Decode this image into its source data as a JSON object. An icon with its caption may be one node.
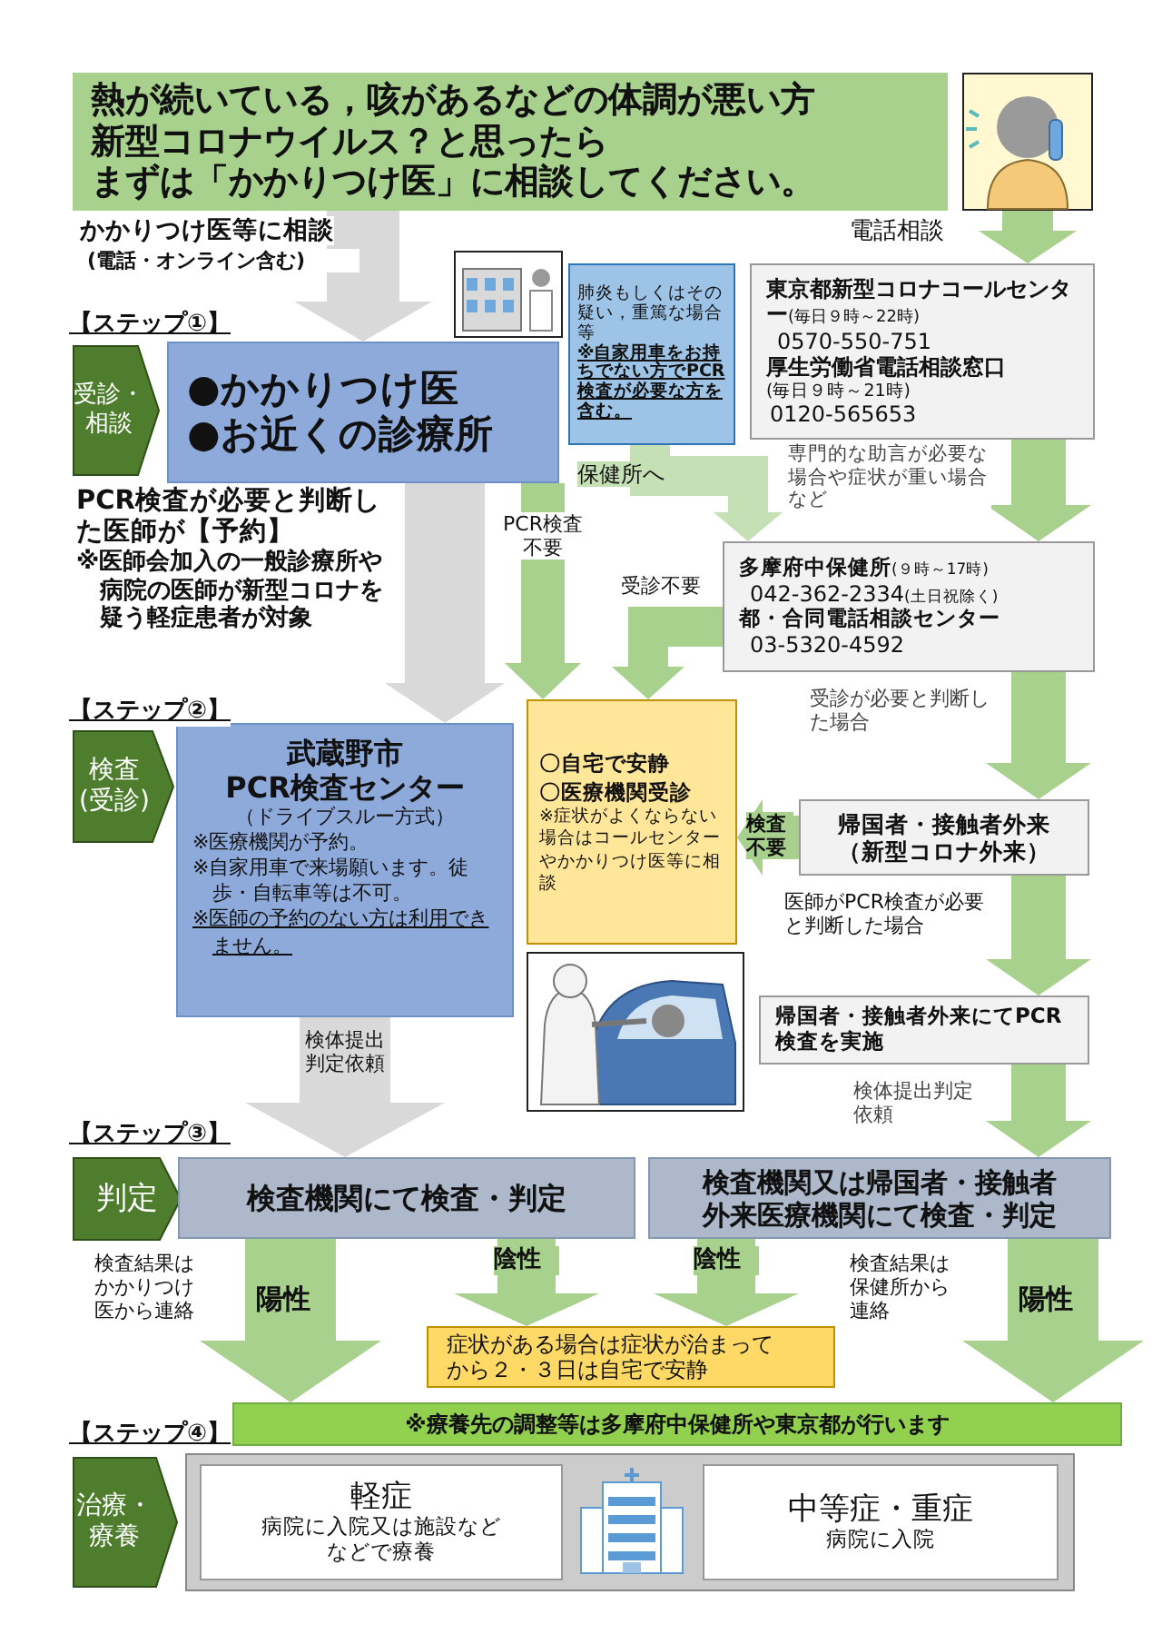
{
  "diagram": {
    "nodes": [
      {
        "text": [
          "熱が続いている，咳があるなどの体調が悪い方",
          "新型コロナウイルス？と思ったら",
          "まずは「かかりつけ医」に相談してください。"
        ]
      },
      {
        "text": [],
        "shape": "picture"
      },
      {
        "text": [
          "受診・相談"
        ]
      },
      {
        "text": [
          "●かかりつけ医",
          "●お近くの診療所"
        ]
      },
      {
        "text": [
          "肺炎もしくはその疑い，重篤な場合等",
          "※自家用車をお持ちでない方でPCR検査が必要な方を含む。"
        ]
      },
      {
        "text": [
          "東京都新型コロナコールセンター",
          "(毎日９時～22時)",
          "0570-550-751",
          "厚生労働省電話相談窓口",
          "(毎日９時～21時)",
          "0120-565653"
        ]
      },
      {
        "text": [
          "多摩府中保健所",
          "(９時～17時)",
          "042-362-2334",
          "(土日祝除く)",
          "都・合同電話相談センター",
          "03-5320-4592"
        ]
      },
      {
        "text": [
          "検査(受診)"
        ]
      },
      {
        "text": [
          "武蔵野市",
          "PCR検査センター",
          "（ドライブスルー方式）",
          "※医療機関が予約。",
          "※自家用車で来場願います。徒歩・自転車等は不可。",
          "※医師の予約のない方は利用できません。"
        ]
      },
      {
        "text": [
          "〇自宅で安静",
          "〇医療機関受診",
          "※症状がよくならない場合はコールセンターやかかりつけ医等に相談"
        ]
      },
      {
        "text": [
          "帰国者・接触者外来（新型コロナ外来）"
        ]
      },
      {
        "text": [
          "帰国者・接触者外来にてPCR検査を実施"
        ]
      },
      {
        "text": [
          "判定"
        ]
      },
      {
        "text": [
          "検査機関にて検査・判定"
        ]
      },
      {
        "text": [
          "検査機関又は帰国者・接触者外来医療機関にて検査・判定"
        ]
      },
      {
        "text": [
          "症状がある場合は症状が治まってから２・３日は自宅で安静"
        ]
      },
      {
        "text": [
          "※療養先の調整等は多摩府中保健所や東京都が行います"
        ]
      },
      {
        "text": [
          "治療・療養"
        ]
      },
      {
        "text": [],
        "shape": "box"
      },
      {
        "text": [
          "軽症",
          "病院に入院又は施設などなどで療養"
        ],
        "in": 18
      },
      {
        "text": [
          "中等症・重症",
          "病院に入院"
        ],
        "in": 18
      }
    ],
    "edges": [
      {
        "from": 0,
        "to": 3,
        "arrow": "to",
        "label": "かかりつけ医等に相談",
        "color": "#d9d9d9"
      },
      {
        "from": 1,
        "to": 5,
        "arrow": "to",
        "label": "電話相談"
      },
      {
        "from": 4,
        "to": 6,
        "arrow": "to",
        "label": "保健所へ",
        "color": "#c5e0b4"
      },
      {
        "from": 5,
        "to": 6,
        "arrow": "to",
        "label": "専門的な助言が必要な場合や症状が重い場合など"
      },
      {
        "from": 3,
        "to": 8,
        "arrow": "to",
        "label": "PCR検査が必要と判断した医師が【予約】",
        "color": "#d9d9d9"
      },
      {
        "from": 3,
        "to": 9,
        "arrow": "to",
        "label": "PCR検査不要"
      },
      {
        "from": 6,
        "to": 9,
        "arrow": "to",
        "label": "受診不要"
      },
      {
        "from": 6,
        "to": 10,
        "arrow": "to",
        "label": "受診が必要と判断した場合"
      },
      {
        "from": 10,
        "to": 9,
        "arrow": "to",
        "label": "検査不要"
      },
      {
        "from": 10,
        "to": 11,
        "arrow": "to",
        "label": "医師がPCR検査が必要と判断した場合"
      },
      {
        "from": 8,
        "to": 13,
        "arrow": "to",
        "label": "検体提出判定依頼",
        "color": "#d9d9d9"
      },
      {
        "from": 11,
        "to": 14,
        "arrow": "to",
        "label": "検体提出判定依頼"
      },
      {
        "from": 13,
        "to": 16,
        "arrow": "to",
        "label": "陽性"
      },
      {
        "from": 13,
        "to": 15,
        "arrow": "to",
        "label": "陰性"
      },
      {
        "from": 14,
        "to": 15,
        "arrow": "to",
        "label": "陰性"
      },
      {
        "from": 14,
        "to": 16,
        "arrow": "to",
        "label": "陽性"
      }
    ],
    "labels": [
      "(電話・オンライン含む)",
      "【ステップ①】",
      "※医師会加入の一般診療所や病院の医師が新型コロナを疑う軽症患者が対象",
      "【ステップ②】",
      "【ステップ③】",
      "検査結果はかかりつけ医から連絡",
      "検査結果は保健所から連絡",
      "【ステップ④】"
    ]
  }
}
